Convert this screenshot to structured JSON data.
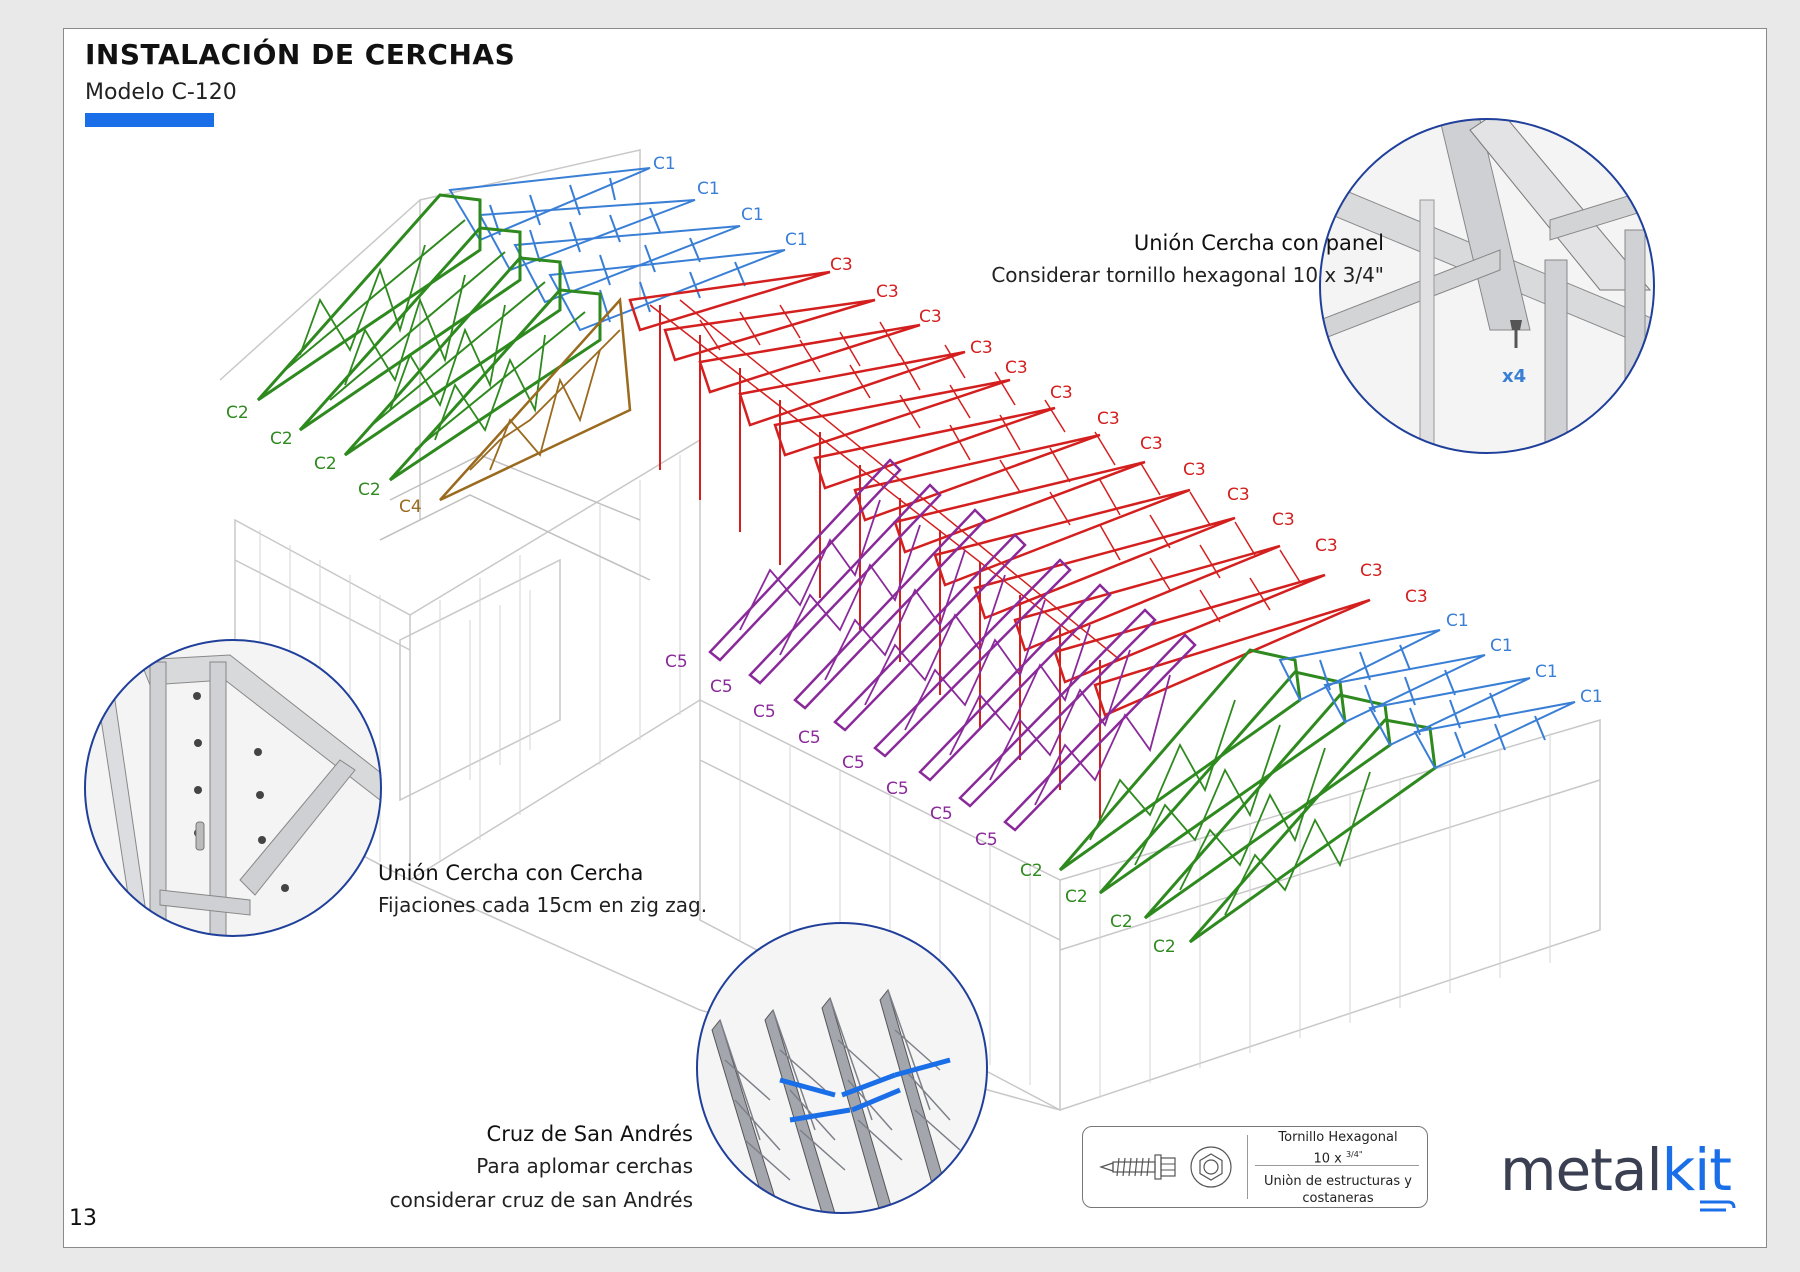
{
  "header": {
    "title": "INSTALACIÓN DE CERCHAS",
    "subtitle": "Modelo C-120",
    "accent_color": "#1a6ee8"
  },
  "page_number": "13",
  "callouts": {
    "panel": {
      "title": "Unión Cercha con panel",
      "description": "Considerar tornillo hexagonal 10 x 3/4\"",
      "screw_count": "x4"
    },
    "cercha": {
      "title": "Unión Cercha con Cercha",
      "description": "Fijaciones cada 15cm en zig zag."
    },
    "cruz": {
      "title": "Cruz de San Andrés",
      "line1": "Para aplomar cerchas",
      "line2": "considerar cruz de san Andrés"
    }
  },
  "spec_box": {
    "name": "Tornillo Hexagonal",
    "size_main": "10 x",
    "size_sup": "3/4\"",
    "usage": "Uniòn de estructuras y costaneras"
  },
  "truss_labels": {
    "C1": {
      "text": "C1",
      "color": "#3a7fd6"
    },
    "C2": {
      "text": "C2",
      "color": "#2e8a1e"
    },
    "C3": {
      "text": "C3",
      "color": "#d41f1f"
    },
    "C4": {
      "text": "C4",
      "color": "#9a6a1e"
    },
    "C5": {
      "text": "C5",
      "color": "#8a2a9a"
    }
  },
  "logo": {
    "part1": "metal",
    "part2": "kit",
    "color1": "#3a3f52",
    "color2": "#1a6ee8"
  }
}
